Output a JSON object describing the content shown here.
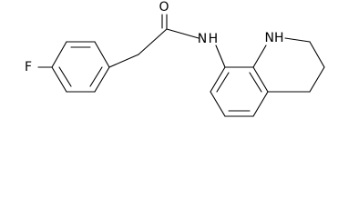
{
  "molecule": {
    "atoms": [
      {
        "id": "F",
        "label": "F"
      },
      {
        "id": "O",
        "label": "O"
      },
      {
        "id": "NH_amide",
        "label": "N H"
      },
      {
        "id": "NH_ring",
        "label": "NH"
      }
    ],
    "colors": {
      "bond": "#000000",
      "label": "#000000",
      "background": "#ffffff"
    }
  }
}
